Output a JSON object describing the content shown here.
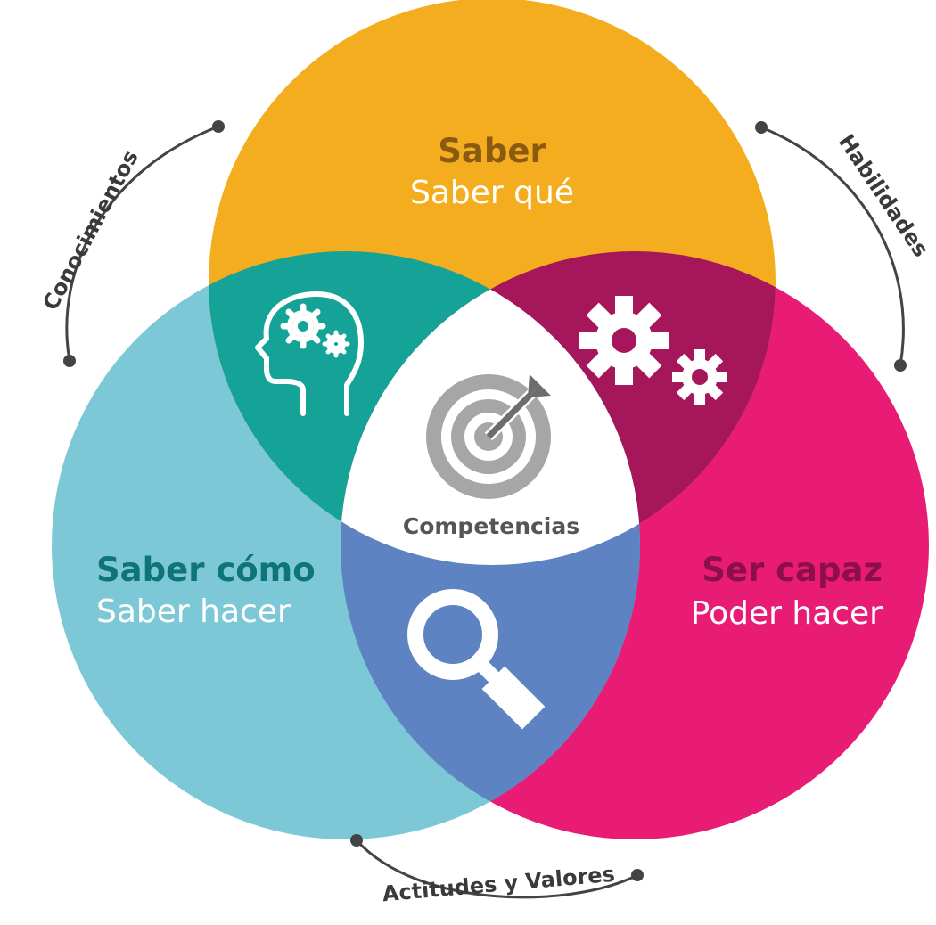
{
  "circles": {
    "top": {
      "title": "Saber",
      "subtitle": "Saber qué",
      "fill": "#F4AD1E",
      "title_color": "#8A5A10"
    },
    "left": {
      "title": "Saber cómo",
      "subtitle": "Saber hacer",
      "fill": "#7CC8D6",
      "title_color": "#0E7475"
    },
    "right": {
      "title": "Ser capaz",
      "subtitle": "Poder hacer",
      "fill": "#E81C74",
      "title_color": "#8C0F48"
    }
  },
  "overlaps": {
    "top_left": {
      "fill": "#15A297",
      "icon": "head-gears-icon"
    },
    "top_right": {
      "fill": "#A5165B",
      "icon": "gears-icon"
    },
    "left_right": {
      "fill": "#5E83C3",
      "icon": "magnifier-icon"
    },
    "center": {
      "fill": "#ffffff",
      "icon": "target-arrow-icon",
      "label": "Competencias"
    }
  },
  "arc_labels": {
    "left": "Conocimientos",
    "right": "Habilidades",
    "bottom": "Actitudes y Valores"
  }
}
